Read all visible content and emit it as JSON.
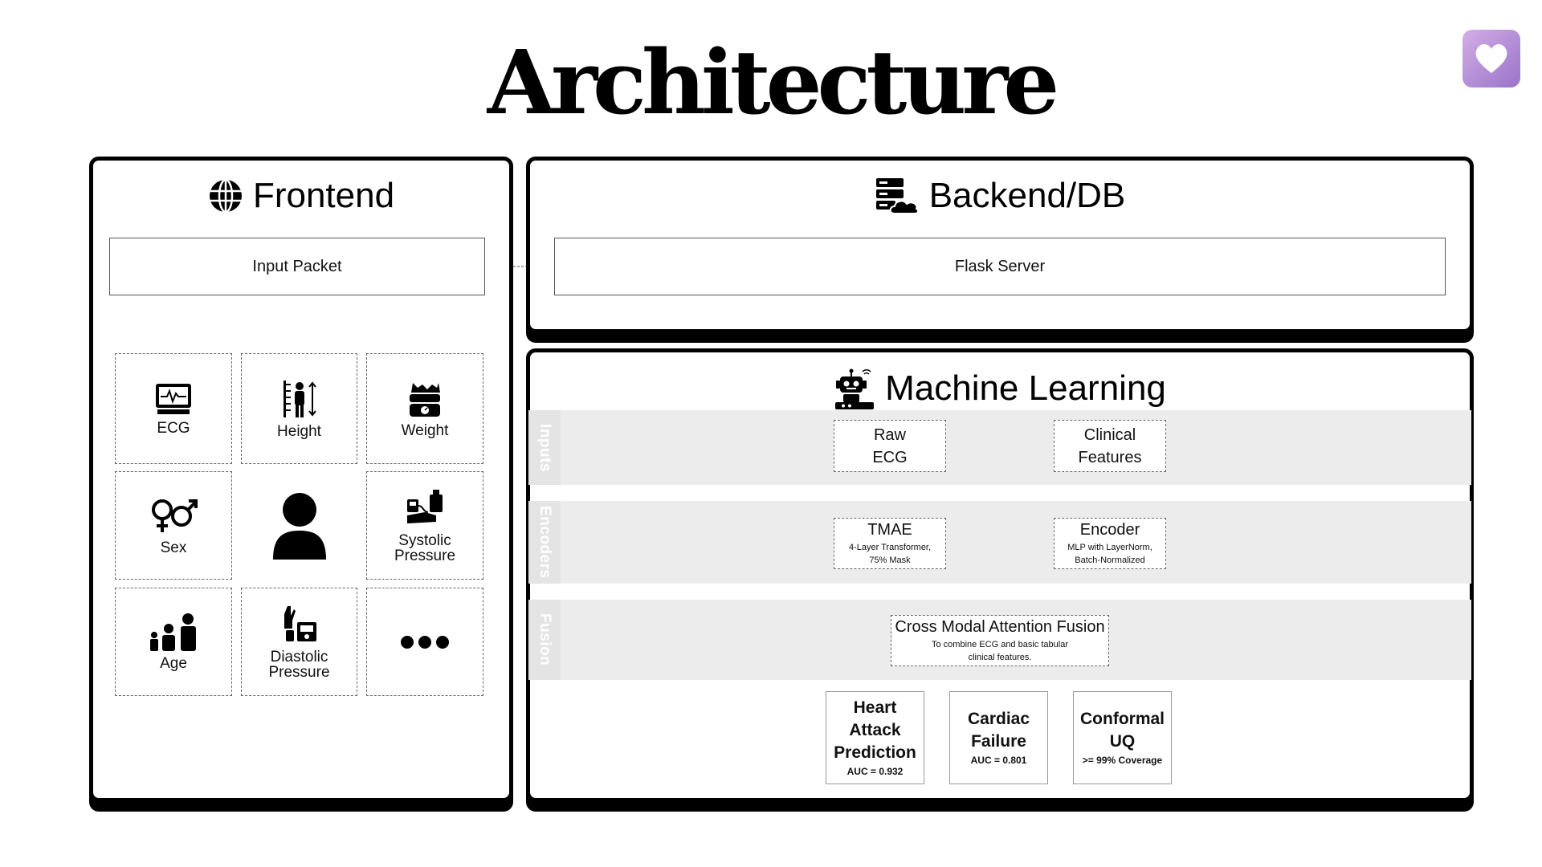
{
  "title": "Architecture",
  "frontend": {
    "title": "Frontend",
    "input_packet": "Input Packet",
    "tiles": [
      {
        "label": "ECG",
        "icon": "ecg-monitor-icon"
      },
      {
        "label": "Height",
        "icon": "height-icon"
      },
      {
        "label": "Weight",
        "icon": "weight-scale-icon"
      },
      {
        "label": "Sex",
        "icon": "gender-icon"
      },
      {
        "label": "",
        "icon": "person-icon"
      },
      {
        "label": "Systolic\nPressure",
        "icon": "blood-pressure-icon"
      },
      {
        "label": "Age",
        "icon": "age-group-icon"
      },
      {
        "label": "Diastolic\nPressure",
        "icon": "pressure-monitor-icon"
      },
      {
        "label": "",
        "icon": "more-dots-icon"
      }
    ]
  },
  "backend": {
    "title": "Backend/DB",
    "server": "Flask Server"
  },
  "ml": {
    "title": "Machine Learning",
    "bands": [
      "Inputs",
      "Encoders",
      "Fusion"
    ],
    "inputs": {
      "raw_ecg": "Raw\nECG",
      "clinical": "Clinical\nFeatures"
    },
    "encoders": {
      "tmae": {
        "title": "TMAE",
        "sub": "4-Layer Transformer,\n75% Mask"
      },
      "encoder": {
        "title": "Encoder",
        "sub": "MLP with LayerNorm,\nBatch-Normalized"
      }
    },
    "fusion": {
      "title": "Cross Modal Attention Fusion",
      "sub": "To combine ECG and basic tabular\nclinical features."
    },
    "outputs": [
      {
        "title": "Heart\nAttack\nPrediction",
        "sub": "AUC = 0.932"
      },
      {
        "title": "Cardiac\nFailure",
        "sub": "AUC = 0.801"
      },
      {
        "title": "Conformal\nUQ",
        "sub": ">= 99% Coverage"
      }
    ]
  },
  "colors": {
    "heart_button_top": "#d3aee6",
    "heart_button_bottom": "#9a73c9",
    "band_fill": "#ececec"
  }
}
